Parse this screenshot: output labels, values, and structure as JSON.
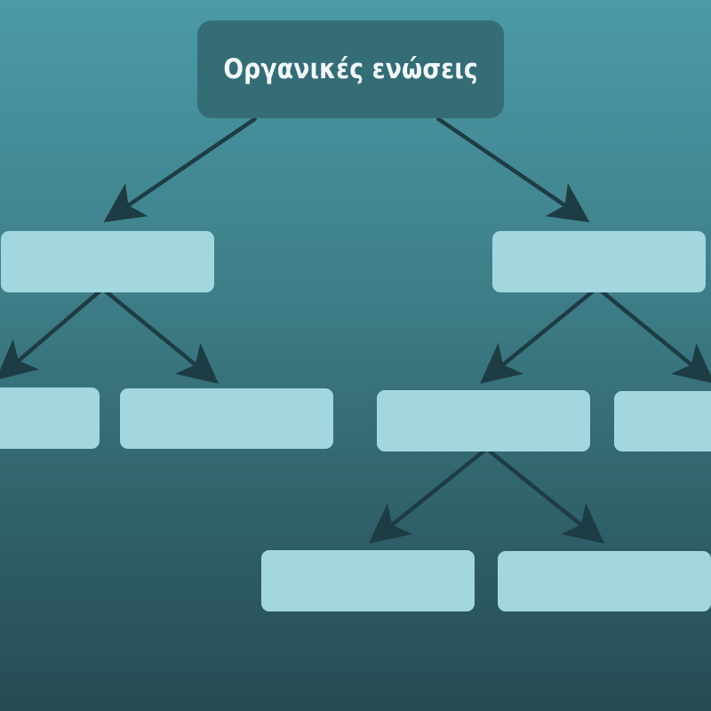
{
  "diagram": {
    "root": {
      "title": "Οργανικές ενώσεις"
    },
    "nodes": [
      {
        "id": "level1-left",
        "label": ""
      },
      {
        "id": "level1-right",
        "label": ""
      },
      {
        "id": "level2-left-a",
        "label": ""
      },
      {
        "id": "level2-left-b",
        "label": ""
      },
      {
        "id": "level2-right-a",
        "label": ""
      },
      {
        "id": "level2-right-b",
        "label": ""
      },
      {
        "id": "level3-right-a",
        "label": ""
      },
      {
        "id": "level3-right-b",
        "label": ""
      }
    ],
    "edges": [
      {
        "from": "root",
        "to": "level1-left"
      },
      {
        "from": "root",
        "to": "level1-right"
      },
      {
        "from": "level1-left",
        "to": "level2-left-a"
      },
      {
        "from": "level1-left",
        "to": "level2-left-b"
      },
      {
        "from": "level1-right",
        "to": "level2-right-a"
      },
      {
        "from": "level1-right",
        "to": "level2-right-b"
      },
      {
        "from": "level2-right-a",
        "to": "level3-right-a"
      },
      {
        "from": "level2-right-a",
        "to": "level3-right-b"
      }
    ]
  },
  "colors": {
    "background_top": "#4b9aa6",
    "background_bottom": "#264b53",
    "root_fill": "#356d77",
    "root_text": "#f1f7f8",
    "node_fill": "#a2d7e0",
    "arrow": "#1e3c43"
  }
}
